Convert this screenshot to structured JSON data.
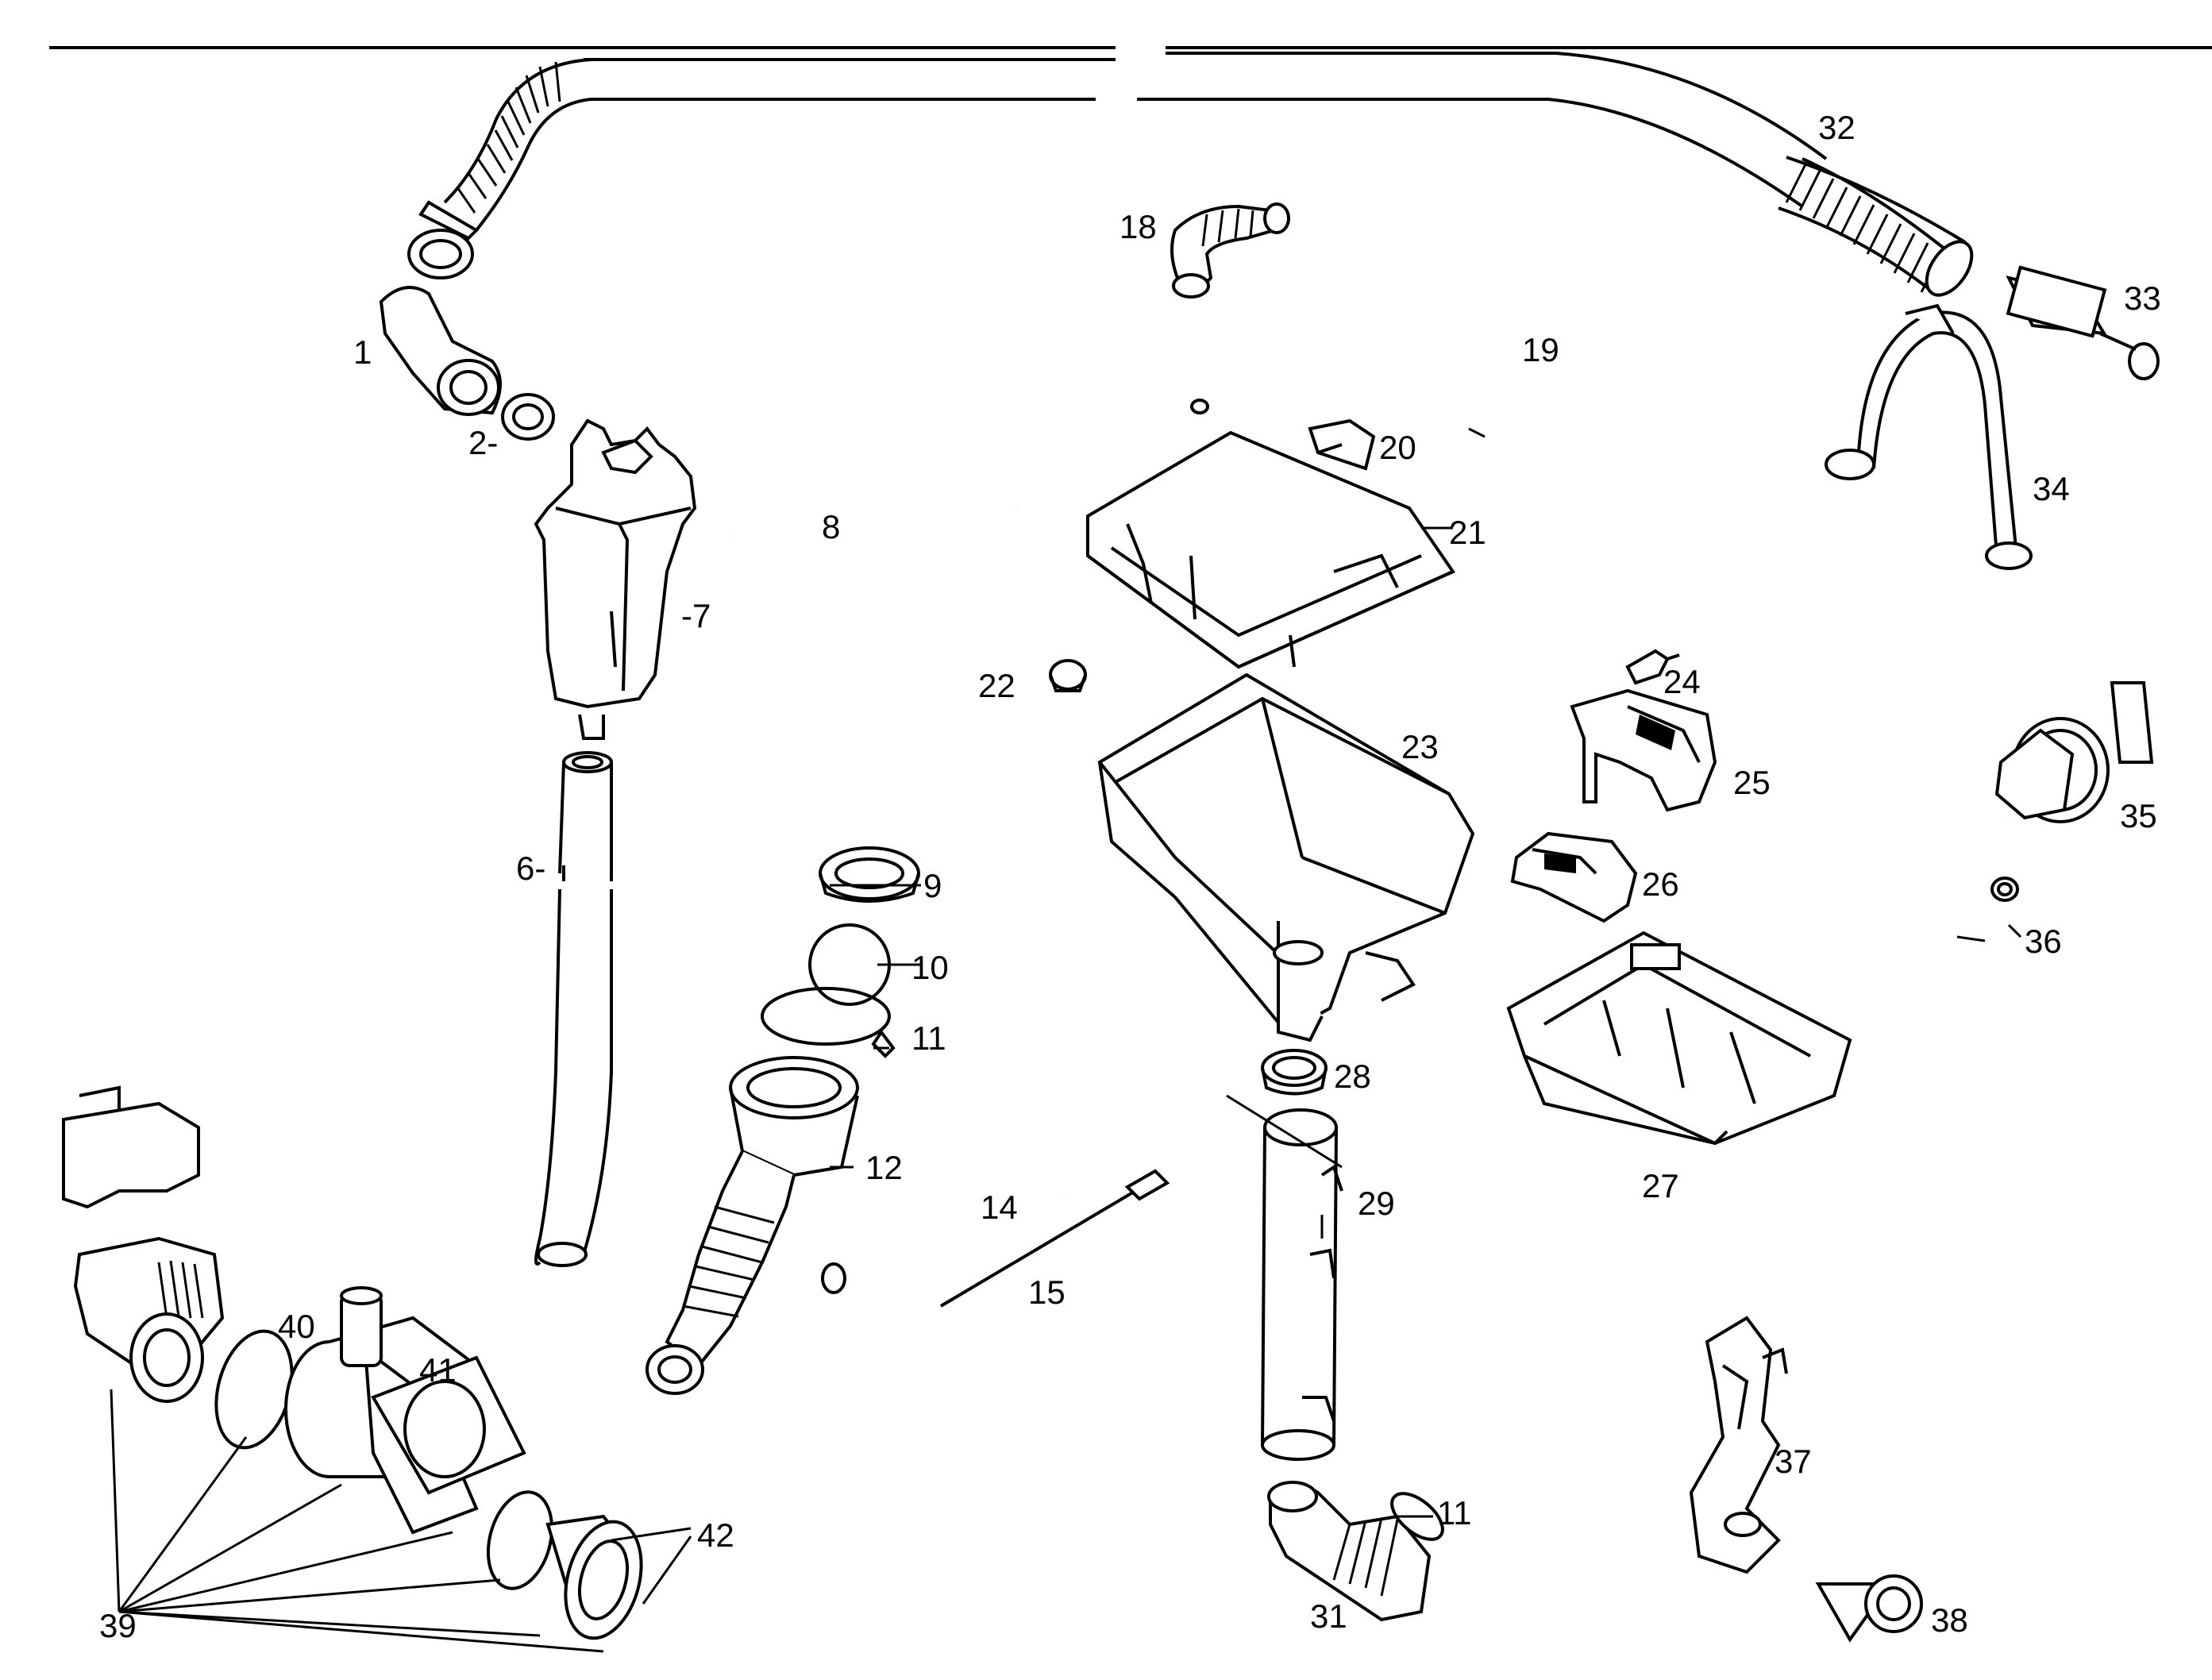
{
  "colors": {
    "ink": "#000000",
    "paper": "#ffffff"
  },
  "labels": {
    "p1": "1",
    "p2": "2-",
    "p6": "6-",
    "p7": "-7",
    "p8": "8",
    "p9": "9",
    "p10": "10",
    "p11a": "11",
    "p11b": "11",
    "p12": "12",
    "p14": "14",
    "p15": "15",
    "p18": "18",
    "p19": "19",
    "p20": "20",
    "p21": "21",
    "p22": "22",
    "p23": "23",
    "p24": "24",
    "p25": "25",
    "p26": "26",
    "p27": "27",
    "p28": "28",
    "p29": "29",
    "p31": "31",
    "p32": "32",
    "p33": "33",
    "p34": "34",
    "p35": "35",
    "p36": "36",
    "p37": "37",
    "p38": "38",
    "p39": "39",
    "p40": "40",
    "p41": "41",
    "p42": "42"
  }
}
